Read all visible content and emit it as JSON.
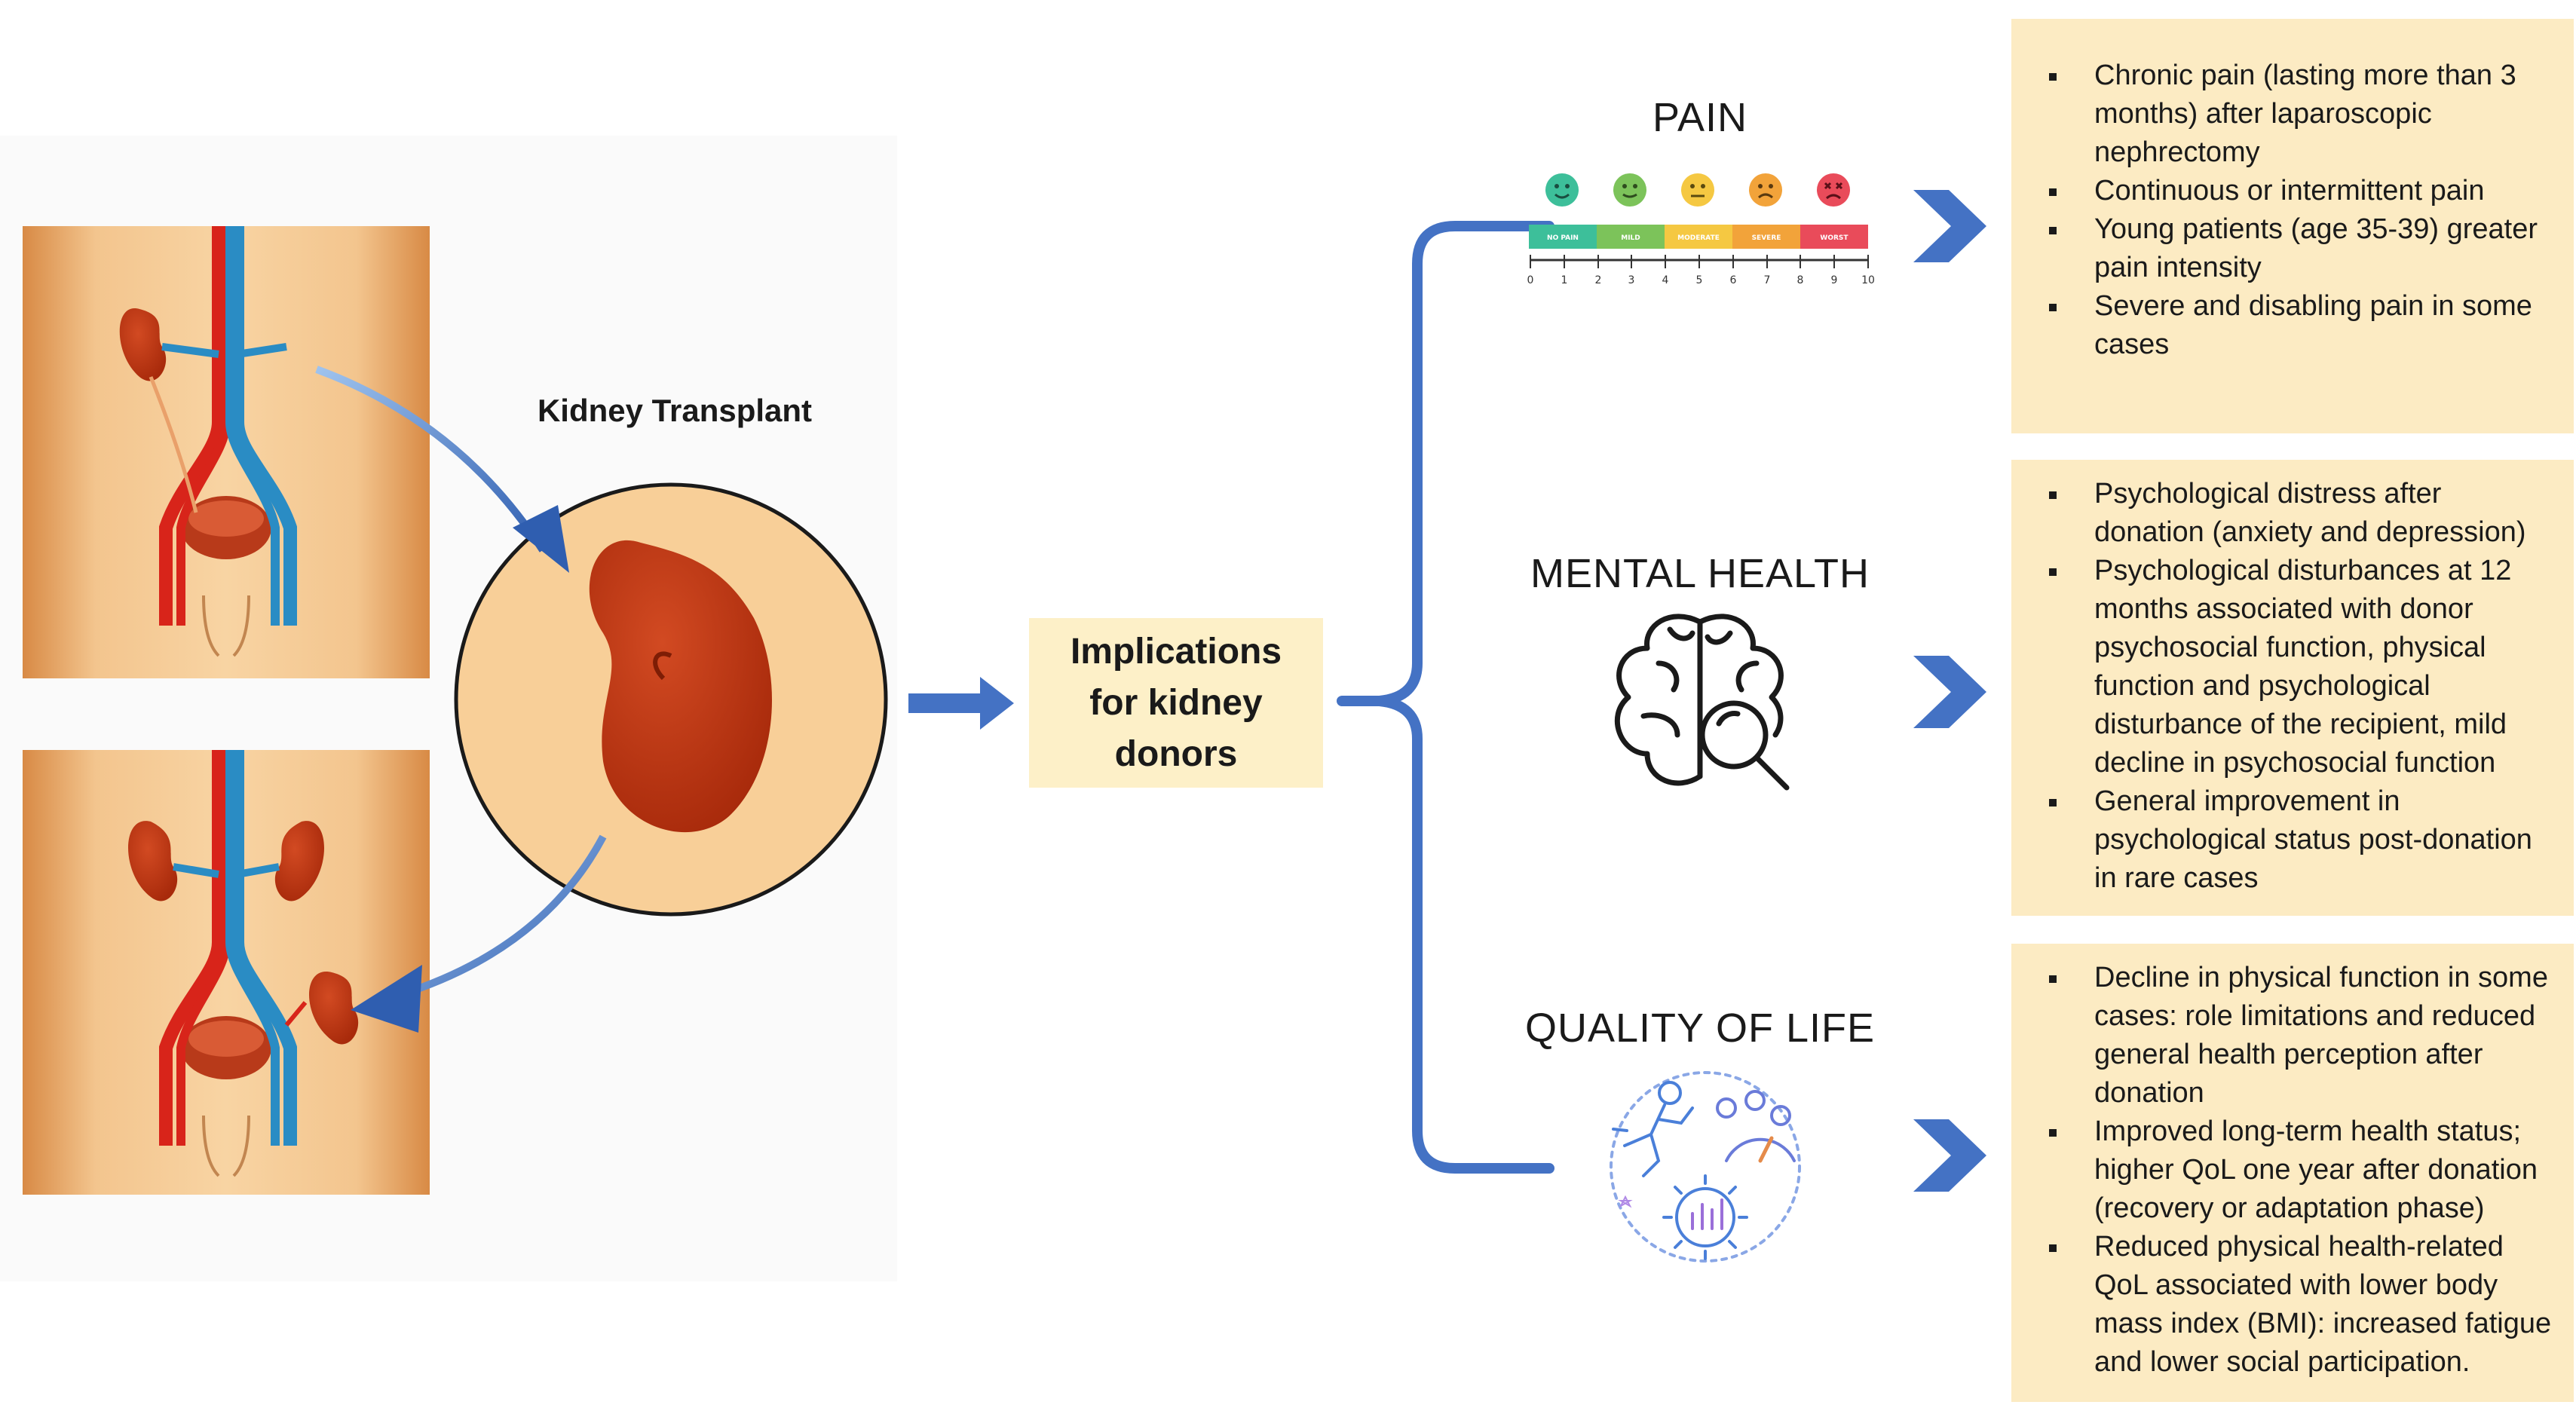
{
  "transplant_label": "Kidney Transplant",
  "center_box": "Implications for kidney donors",
  "pain_scale": {
    "segments": [
      "NO PAIN",
      "MILD",
      "MODERATE",
      "SEVERE",
      "WORST"
    ],
    "numbers": [
      "0",
      "1",
      "2",
      "3",
      "4",
      "5",
      "6",
      "7",
      "8",
      "9",
      "10"
    ]
  },
  "categories": [
    {
      "title": "PAIN",
      "items": [
        "Chronic pain (lasting more than 3 months) after laparoscopic nephrectomy",
        "Continuous or intermittent pain",
        "Young patients (age 35-39) greater pain intensity",
        "Severe and disabling pain in some cases"
      ]
    },
    {
      "title": "MENTAL HEALTH",
      "items": [
        "Psychological distress after donation (anxiety and depression)",
        "Psychological disturbances at 12 months associated with donor psychosocial function, physical function and psychological disturbance of the recipient, mild decline in psychosocial function",
        "General improvement in psychological status post-donation in rare cases"
      ]
    },
    {
      "title": "QUALITY OF LIFE",
      "items": [
        "Decline in physical function in some cases: role limitations and reduced general health perception after donation",
        "Improved long-term health status; higher QoL one year after donation (recovery or adaptation phase)",
        "Reduced physical health-related QoL associated with lower body mass index (BMI): increased fatigue and lower social participation."
      ]
    }
  ],
  "colors": {
    "arrow": "#4472c4",
    "box": "#fcebc3",
    "kidney": "#b5300d",
    "skin": "#f2c58a"
  }
}
